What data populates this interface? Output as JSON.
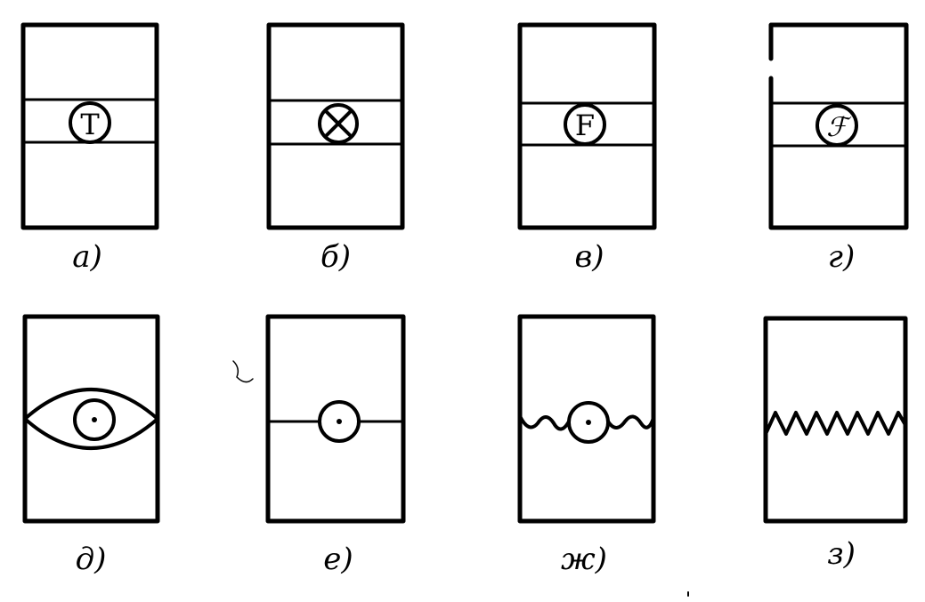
{
  "figure": {
    "panels": [
      {
        "id": "a",
        "caption": "а)",
        "symbol": "T",
        "kind": "band-circle-letter"
      },
      {
        "id": "b",
        "caption": "б)",
        "symbol": "",
        "kind": "band-circle-cross"
      },
      {
        "id": "v",
        "caption": "в)",
        "symbol": "F",
        "kind": "band-circle-letter"
      },
      {
        "id": "g",
        "caption": "г)",
        "symbol": "ℱ",
        "kind": "band-circle-letter"
      },
      {
        "id": "d",
        "caption": "д)",
        "symbol": "",
        "kind": "lens-circle-dot"
      },
      {
        "id": "e",
        "caption": "е)",
        "symbol": "",
        "kind": "line-circle-dot"
      },
      {
        "id": "zh",
        "caption": "ж)",
        "symbol": "",
        "kind": "wave-circle-dot"
      },
      {
        "id": "z",
        "caption": "з)",
        "symbol": "",
        "kind": "zigzag"
      }
    ],
    "ink_color": "#000000",
    "paper_color": "#ffffff"
  }
}
